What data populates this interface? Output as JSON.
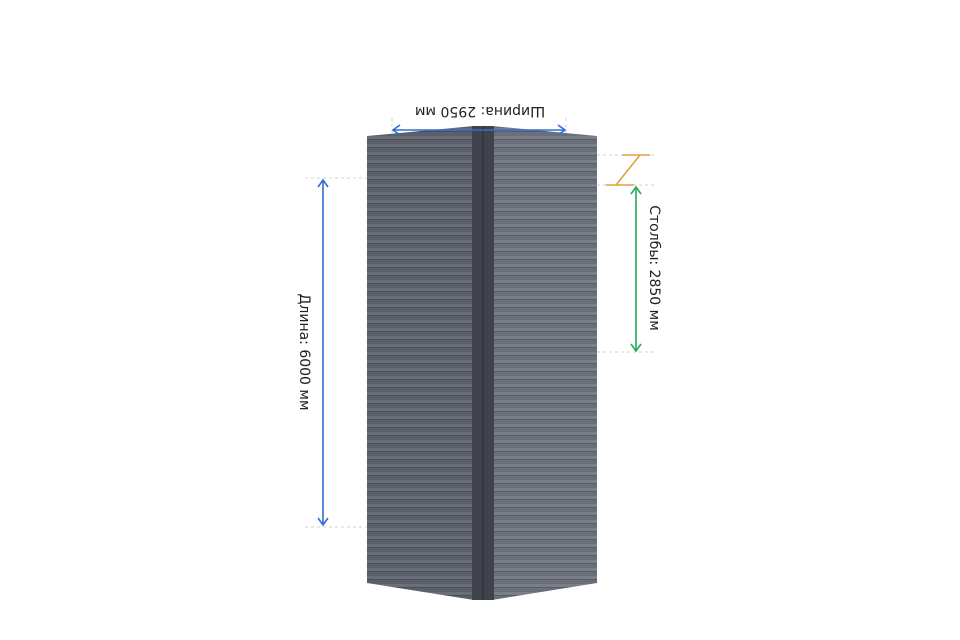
{
  "dimensions": {
    "width_label": "Ширина: 2950 мм",
    "length_label": "Длина: 6000 мм",
    "posts_label": "Столбы: 2850 мм"
  },
  "colors": {
    "panel_left": "#5a5e69",
    "panel_right": "#6a6e79",
    "ridge": "#3e414a",
    "width_arrow": "#2f6fd0",
    "length_arrow": "#2f6fd0",
    "posts_arrow": "#27a85a",
    "orange_marker": "#e0a040"
  }
}
